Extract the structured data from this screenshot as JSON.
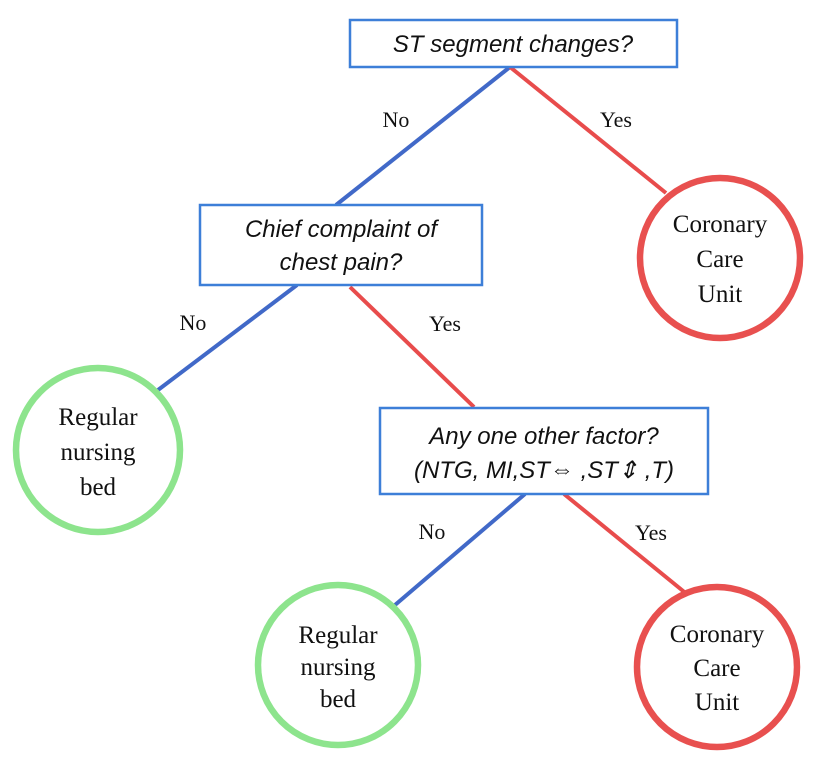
{
  "colors": {
    "question_border": "#3d7fd8",
    "no_branch": "#4169c8",
    "yes_branch": "#e84c4c",
    "regular_bed_ring": "#8de48d",
    "coronary_ring": "#e8504f"
  },
  "nodes": {
    "q1": {
      "line1": "ST segment changes?"
    },
    "q2": {
      "line1": "Chief complaint of",
      "line2": "chest pain?"
    },
    "q3": {
      "line1": "Any one other factor?",
      "line2": "(NTG, MI,ST⇔ ,ST⇕ ,T)"
    },
    "leaf_ccu_1": {
      "line1": "Coronary",
      "line2": "Care",
      "line3": "Unit"
    },
    "leaf_bed_1": {
      "line1": "Regular",
      "line2": "nursing",
      "line3": "bed"
    },
    "leaf_bed_2": {
      "line1": "Regular",
      "line2": "nursing",
      "line3": "bed"
    },
    "leaf_ccu_2": {
      "line1": "Coronary",
      "line2": "Care",
      "line3": "Unit"
    }
  },
  "edges": {
    "q1_no": "No",
    "q1_yes": "Yes",
    "q2_no": "No",
    "q2_yes": "Yes",
    "q3_no": "No",
    "q3_yes": "Yes"
  }
}
